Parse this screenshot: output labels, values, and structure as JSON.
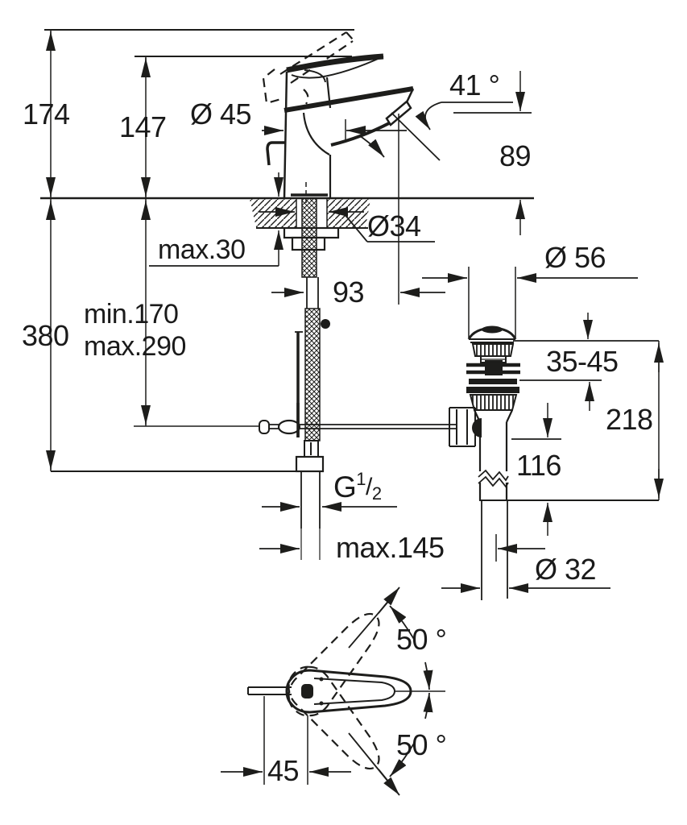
{
  "drawing": {
    "background_color": "#ffffff",
    "line_color": "#1d1d1b",
    "front_view": {
      "height_total": "174",
      "height_body": "147",
      "body_diameter": "Ø 45",
      "aerator_angle": "41 °",
      "spout_height": "89",
      "deck_thickness": "max.30",
      "hole_diameter": "Ø34",
      "spout_projection": "93",
      "supply_min": "min.170",
      "supply_max": "max.290",
      "supply_length": "380",
      "thread": {
        "g": "G",
        "numerator": "1",
        "slash": "/",
        "denominator": "2"
      },
      "rod_distance": "max.145"
    },
    "drain": {
      "flange_diameter": "Ø 56",
      "mount_range": "35-45",
      "height": "218",
      "tailpipe": "116",
      "pipe_diameter": "Ø 32"
    },
    "top_view": {
      "swing_up": "50 °",
      "swing_down": "50 °",
      "handle_width": "45"
    }
  }
}
